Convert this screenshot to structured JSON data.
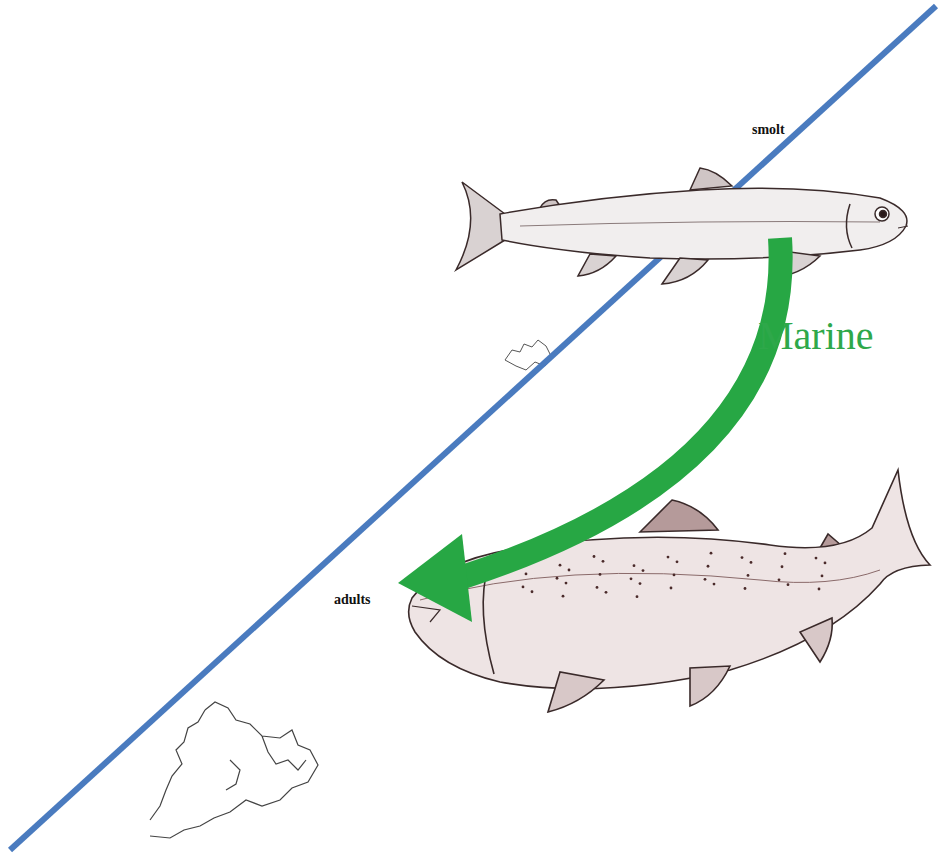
{
  "diagram": {
    "labels": [
      "smolt",
      "Marine",
      "adults"
    ]
  }
}
